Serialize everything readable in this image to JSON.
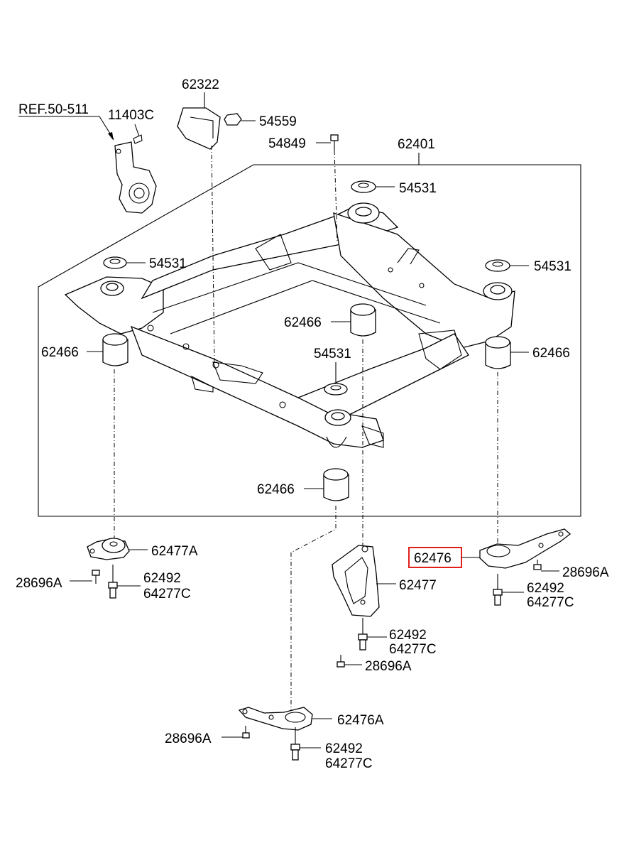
{
  "labels": {
    "ref": "REF.50-511",
    "p11403c": "11403C",
    "p62322": "62322",
    "p54559": "54559",
    "p54849": "54849",
    "p62401": "62401",
    "p54531_a": "54531",
    "p54531_b": "54531",
    "p54531_c": "54531",
    "p54531_d": "54531",
    "p62466_a": "62466",
    "p62466_b": "62466",
    "p62466_c": "62466",
    "p62466_d": "62466",
    "p62477a": "62477A",
    "p28696a_a": "28696A",
    "p62492_a": "62492",
    "p64277c_a": "64277C",
    "p62476": "62476",
    "p28696a_b": "28696A",
    "p62492_b": "62492",
    "p64277c_b": "64277C",
    "p62477": "62477",
    "p62492_c": "62492",
    "p64277c_c": "64277C",
    "p28696a_c": "28696A",
    "p62476a": "62476A",
    "p28696a_d": "28696A",
    "p62492_d": "62492",
    "p64277c_d": "64277C"
  },
  "highlight": {
    "part": "62476",
    "color": "#e0201b"
  }
}
